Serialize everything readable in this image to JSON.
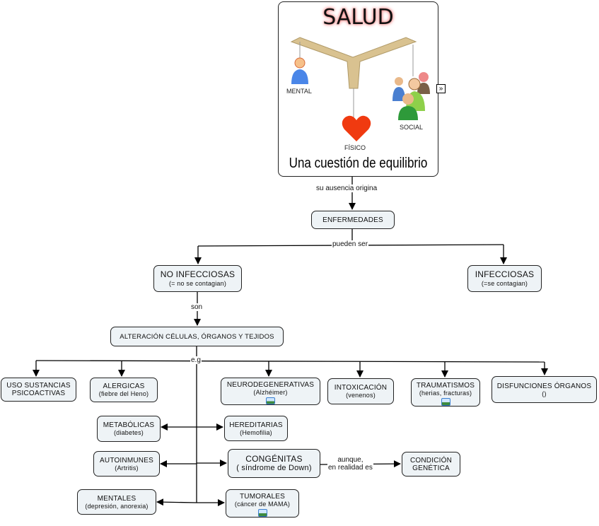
{
  "salud": {
    "title": "SALUD",
    "caption": "Una cuestión de equilibrio",
    "figures": {
      "mental": "MENTAL",
      "fisico": "FÍSICO",
      "social": "SOCIAL"
    },
    "expand_icon": "double-chevron-right-icon"
  },
  "links": {
    "su_ausencia": "su ausencia origina",
    "pueden_ser": "pueden ser",
    "son": "son",
    "eg": "e.g",
    "aunque_1": "aunque,",
    "aunque_2": "en realidad es"
  },
  "nodes": {
    "enfermedades": {
      "title": "ENFERMEDADES"
    },
    "no_infecciosas": {
      "title": "NO INFECCIOSAS",
      "sub": "(= no se contagian)"
    },
    "infecciosas": {
      "title": "INFECCIOSAS",
      "sub": "(=se contagian)"
    },
    "alteracion": {
      "title": "ALTERACIÓN CÉLULAS, ÓRGANOS Y TEJIDOS"
    },
    "uso": {
      "title": "USO SUSTANCIAS",
      "sub": "PSICOACTIVAS"
    },
    "alergicas": {
      "title": "ALERGICAS",
      "sub": "(fiebre del Heno)"
    },
    "neuro": {
      "title": "NEURODEGENERATIVAS",
      "sub": "(Alzhéimer)"
    },
    "intox": {
      "title": "INTOXICACIÓN",
      "sub": "(venenos)"
    },
    "traumat": {
      "title": "TRAUMATISMOS",
      "sub": "(herias, fracturas)"
    },
    "disfun": {
      "title": "DISFUNCIONES ÓRGANOS",
      "sub": "()"
    },
    "metabolicas": {
      "title": "METABÓLICAS",
      "sub": "(diabetes)"
    },
    "hereditarias": {
      "title": "HEREDITARIAS",
      "sub": "(Hemofilia)"
    },
    "autoinmunes": {
      "title": "AUTOINMUNES",
      "sub": "(Artritis)"
    },
    "congenitas": {
      "title": "CONGÉNITAS",
      "sub": "( síndrome de Down)"
    },
    "mentales": {
      "title": "MENTALES",
      "sub": "(depresión, anorexia)"
    },
    "tumorales": {
      "title": "TUMORALES",
      "sub": "(cáncer de MAMA)"
    },
    "condicion": {
      "title": "CONDICIÓN",
      "sub": "GENÉTICA"
    }
  }
}
